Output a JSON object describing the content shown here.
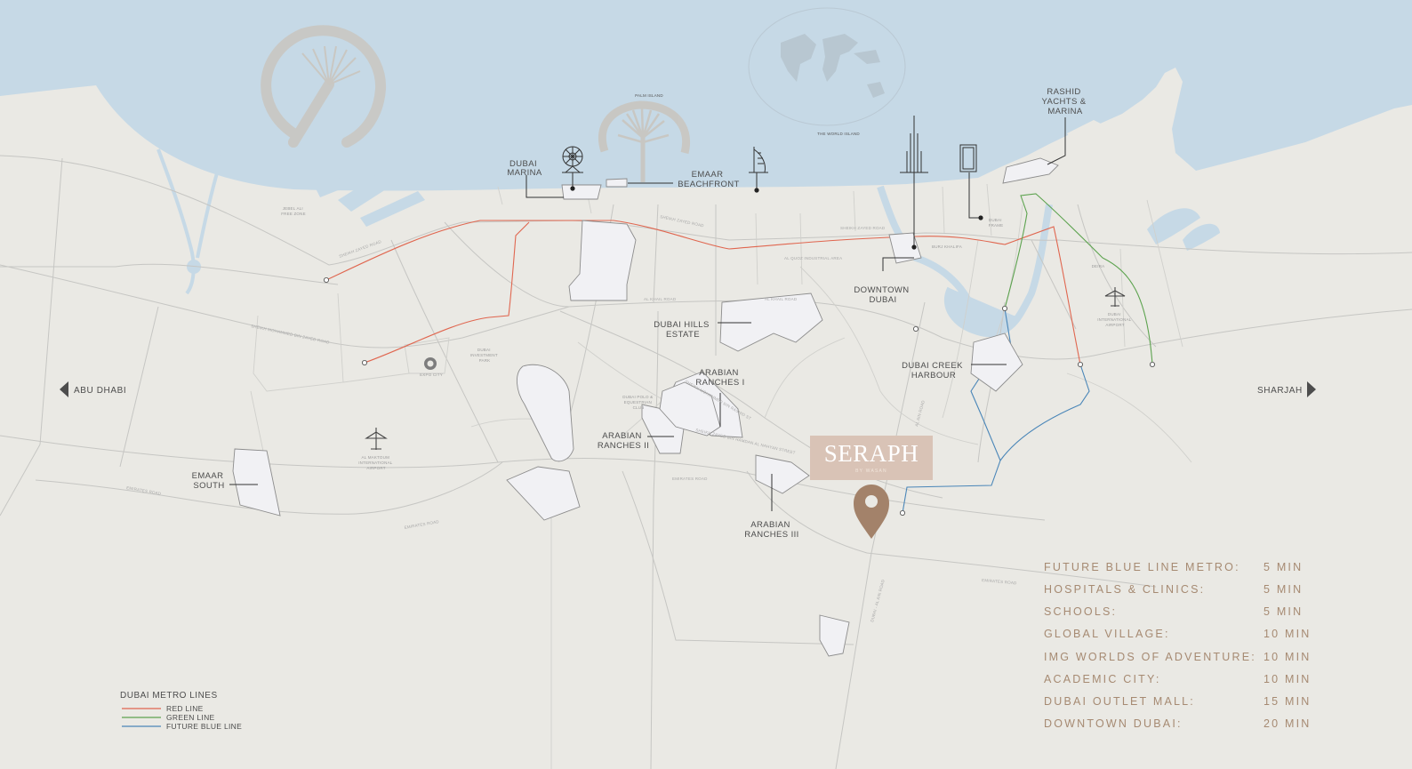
{
  "landmarks": {
    "dubai_marina": [
      "DUBAI",
      "MARINA"
    ],
    "emaar_beachfront": [
      "EMAAR",
      "BEACHFRONT"
    ],
    "rashid_yachts": [
      "RASHID",
      "YACHTS &",
      "MARINA"
    ],
    "downtown_dubai": [
      "DOWNTOWN",
      "DUBAI"
    ],
    "dubai_hills": [
      "DUBAI HILLS",
      "ESTATE"
    ],
    "arabian_ranches_1": [
      "ARABIAN",
      "RANCHES I"
    ],
    "arabian_ranches_2": [
      "ARABIAN",
      "RANCHES II"
    ],
    "arabian_ranches_3": [
      "ARABIAN",
      "RANCHES III"
    ],
    "dubai_creek": [
      "DUBAI CREEK",
      "HARBOUR"
    ],
    "emaar_south": [
      "EMAAR",
      "SOUTH"
    ]
  },
  "small_labels": {
    "palm_island": "PALM ISLAND",
    "world_island": "THE WORLD ISLAND",
    "jebel_ali": [
      "JEBEL ALI",
      "FREE ZONE"
    ],
    "dubai_intl_airport": [
      "DUBAI",
      "INTERNATIONAL",
      "AIRPORT"
    ],
    "al_maktoum_airport": [
      "AL MAKTOUM",
      "INTERNATIONAL",
      "AIRPORT"
    ],
    "expo_city": "EXPO CITY",
    "dubai_investment_park": [
      "DUBAI",
      "INVESTMENT",
      "PARK"
    ],
    "dubai_polo": [
      "DUBAI POLO &",
      "EQUESTRIAN",
      "CLUB"
    ],
    "dubai_frame": [
      "DUBAI",
      "FRAME"
    ],
    "deira": "DEIRA",
    "burj_khalifa": "BURJ KHALIFA"
  },
  "road_labels": {
    "sheikh_zayed_1": "SHEIKH ZAYED ROAD",
    "sheikh_zayed_2": "SHEIKH ZAYED ROAD",
    "sheikh_zayed_3": "SHEIKH ZAYED ROAD",
    "mohammed_bin_zayed": "SHEIKH MOHAMMED BIN ZAYED ROAD",
    "al_khail": "AL KHAIL ROAD",
    "al_khail_2": "AL KHAIL ROAD",
    "al_quoz": "AL QUOZ INDUSTRIAL AREA",
    "hessa": "SHEIKH MOHAMMED BIN RASHID ST",
    "emirates_road": "EMIRATES ROAD",
    "emirates_road_2": "EMIRATES ROAD",
    "emirates_road_3": "EMIRATES ROAD",
    "emirates_road_4": "EMIRATES ROAD",
    "al_ain_road": "AL AIN ROAD",
    "dubai_al_ain": "DUBAI - AL AIN ROAD",
    "sheikh_zayed_bin_hamdan": "SHEIKH ZAYED BIN HAMDAN AL NAHYAN STREET"
  },
  "directions": {
    "west": "ABU DHABI",
    "east": "SHARJAH"
  },
  "brand": {
    "name": "SERAPH",
    "sub": "BY WASAN",
    "box_color": "#d9c3b6",
    "pin_color": "#a3826a"
  },
  "legend": {
    "title": "DUBAI METRO LINES",
    "items": [
      {
        "label": "RED LINE",
        "color": "#e0664f"
      },
      {
        "label": "GREEN LINE",
        "color": "#5da34f"
      },
      {
        "label": "FUTURE BLUE LINE",
        "color": "#4a86b8"
      }
    ]
  },
  "distances": [
    {
      "name": "FUTURE BLUE LINE METRO:",
      "time": "5 MIN"
    },
    {
      "name": "HOSPITALS & CLINICS:",
      "time": "5 MIN"
    },
    {
      "name": "SCHOOLS:",
      "time": "5 MIN"
    },
    {
      "name": "GLOBAL VILLAGE:",
      "time": "10 MIN"
    },
    {
      "name": "IMG WORLDS OF ADVENTURE:",
      "time": "10 MIN"
    },
    {
      "name": "ACADEMIC CITY:",
      "time": "10 MIN"
    },
    {
      "name": "DUBAI OUTLET MALL:",
      "time": "15 MIN"
    },
    {
      "name": "DOWNTOWN DUBAI:",
      "time": "20 MIN"
    }
  ],
  "colors": {
    "sea": "#c6d9e6",
    "land": "#eae9e4",
    "accent": "#a68a72",
    "road": "#c6c6c3"
  }
}
